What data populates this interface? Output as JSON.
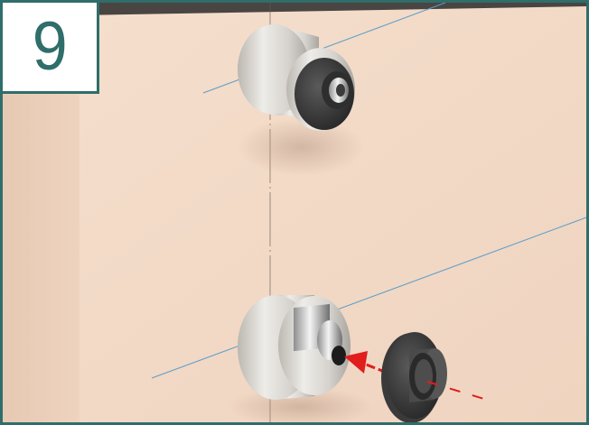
{
  "step": {
    "number": "9"
  },
  "colors": {
    "frame": "#2f6e6a",
    "wall": "#f1d9c6",
    "wall_left": "#ecd1bd",
    "guide_line": "#5b9ec9",
    "arrow": "#e11d1d",
    "standoff_body": "#dcdad6",
    "standoff_cap": "#3a3a3a"
  },
  "illustration": {
    "objects": [
      "wall",
      "upper-standoff",
      "lower-standoff",
      "flat-washer",
      "insertion-arrow",
      "guide-lines"
    ]
  }
}
